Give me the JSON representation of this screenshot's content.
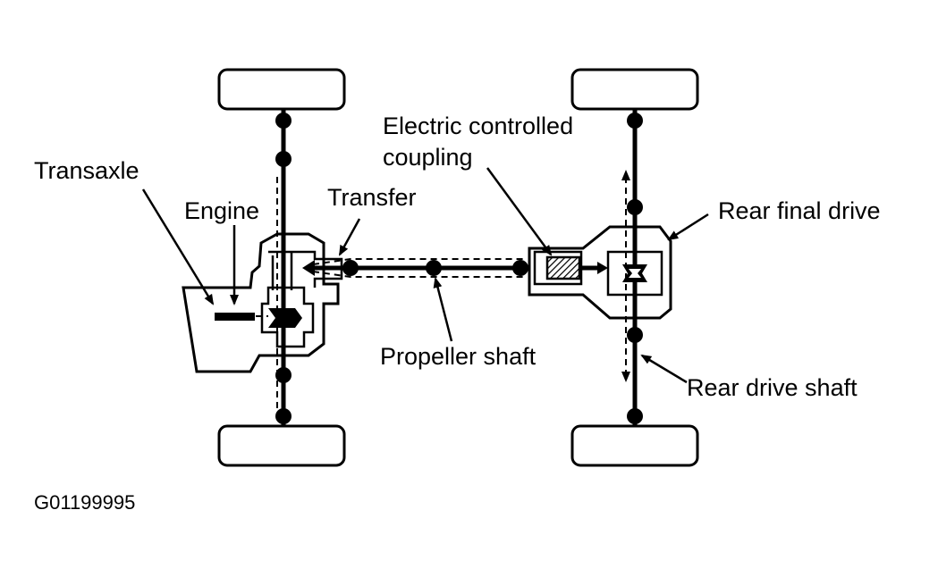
{
  "labels": {
    "transaxle": "Transaxle",
    "engine": "Engine",
    "transfer": "Transfer",
    "coupling_line1": "Electric controlled",
    "coupling_line2": "coupling",
    "rear_final_drive": "Rear final drive",
    "propeller_shaft": "Propeller shaft",
    "rear_drive_shaft": "Rear drive shaft"
  },
  "figure_code": "G01199995"
}
